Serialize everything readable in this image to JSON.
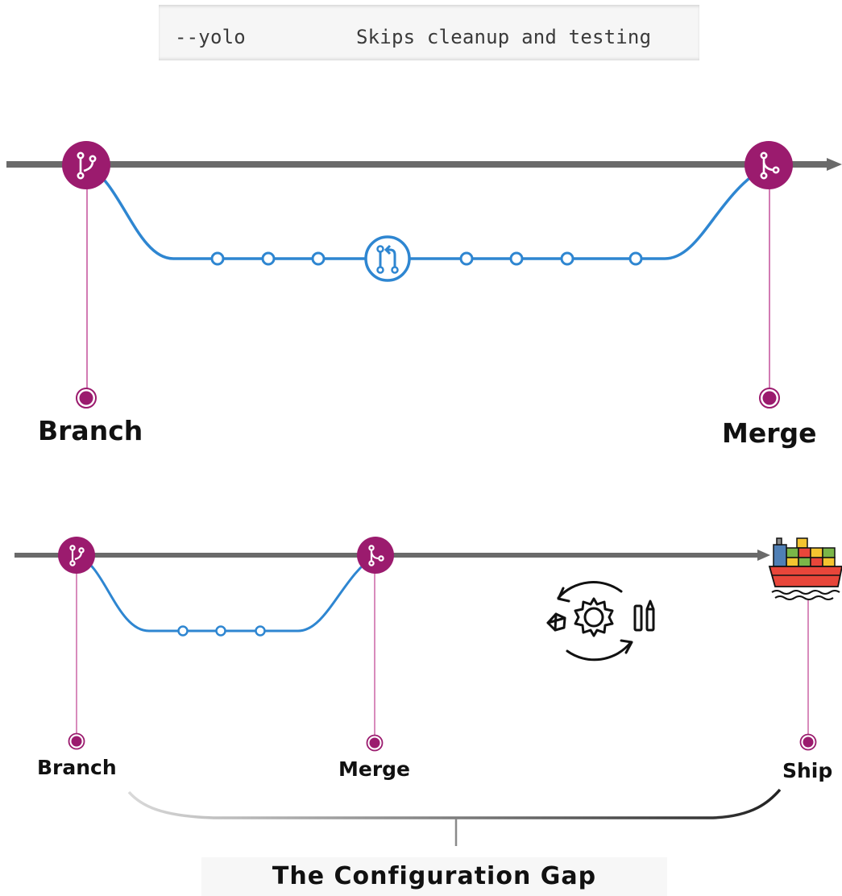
{
  "command": {
    "flag": "--yolo",
    "description": "Skips cleanup and testing"
  },
  "top_flow": {
    "branch_label": "Branch",
    "merge_label": "Merge",
    "commit_count_before_pr": 3,
    "commit_count_after_pr": 4
  },
  "bottom_flow": {
    "branch_label": "Branch",
    "merge_label": "Merge",
    "ship_label": "Ship",
    "commit_count": 3,
    "gap_title": "The Configuration Gap"
  },
  "icons": {
    "branch": "git-branch-icon",
    "merge": "git-merge-icon",
    "pull_request": "pull-request-icon",
    "configuration": "configuration-cycle-icon",
    "ship": "cargo-ship-icon"
  },
  "colors": {
    "main_line": "#6a6a6a",
    "branch_line": "#2e86d1",
    "node": "#9b1b6e",
    "node_line": "#c75aa0"
  }
}
